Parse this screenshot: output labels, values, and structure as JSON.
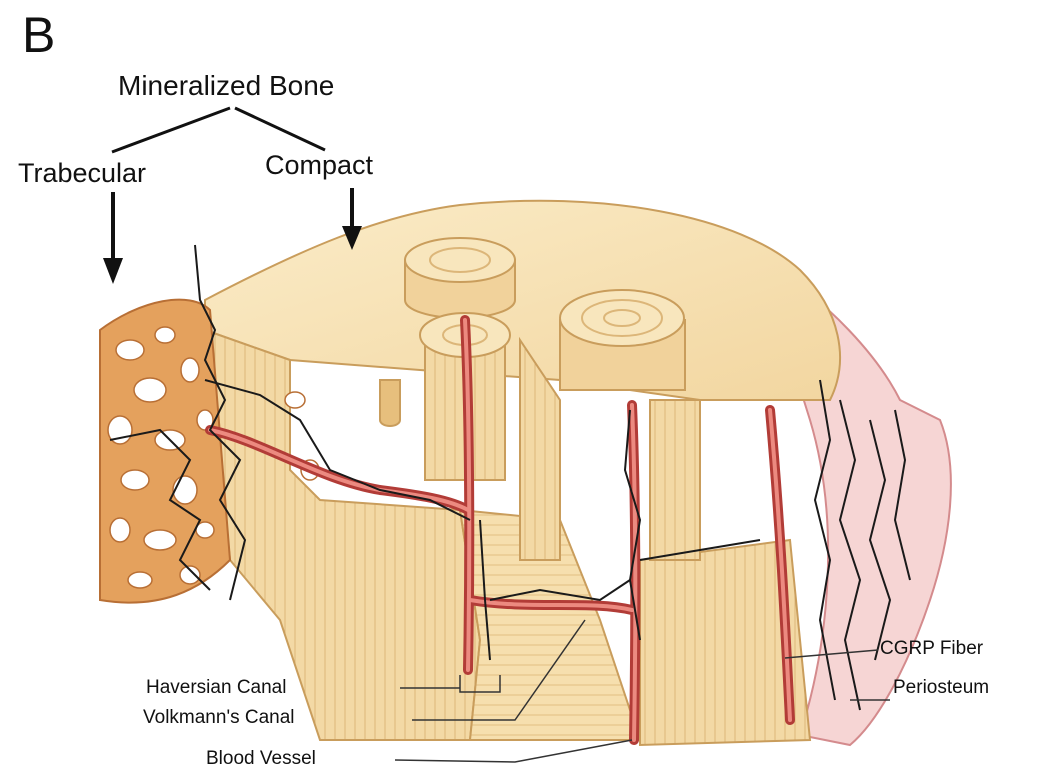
{
  "figure": {
    "panel_letter": "B",
    "title": "Mineralized Bone",
    "branches": [
      "Trabecular",
      "Compact"
    ]
  },
  "callouts": {
    "haversian": "Haversian Canal",
    "volkmann": "Volkmann's Canal",
    "blood_vessel": "Blood Vessel",
    "cgrp": "CGRP Fiber",
    "periosteum": "Periosteum"
  },
  "colors": {
    "bone_light": "#f8e4b6",
    "bone_mid": "#efcf95",
    "bone_shadow": "#d9a964",
    "trabecular": "#dd9450",
    "vessel": "#c8504a",
    "periosteum": "#f4cfd0",
    "nerve": "#1a1a1a"
  }
}
